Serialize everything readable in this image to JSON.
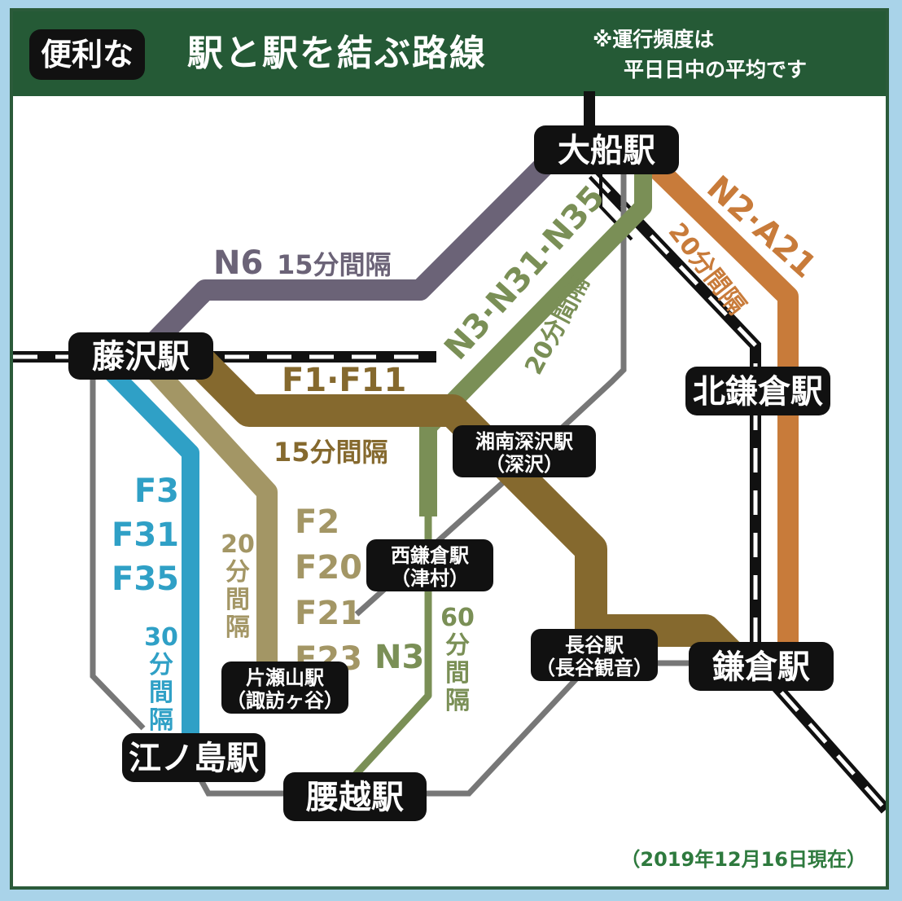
{
  "header": {
    "badge": "便利な",
    "title": "駅と駅を結ぶ路線",
    "note_line1": "※運行頻度は",
    "note_line2": "平日日中の平均です"
  },
  "stations": {
    "ofuna": "大船駅",
    "fujisawa": "藤沢駅",
    "kitakamakura": "北鎌倉駅",
    "shonan_fukasawa_1": "湘南深沢駅",
    "shonan_fukasawa_2": "（深沢）",
    "nishikamakura_1": "西鎌倉駅",
    "nishikamakura_2": "（津村）",
    "hase_1": "長谷駅",
    "hase_2": "（長谷観音）",
    "kamakura": "鎌倉駅",
    "katasetama_1": "片瀬山駅",
    "katasetama_2": "（諏訪ヶ谷）",
    "enoshima": "江ノ島駅",
    "koshigoe": "腰越駅"
  },
  "routes": {
    "n6": {
      "name": "N6",
      "freq": "15分間隔",
      "color": "#6b6377"
    },
    "n3_group": {
      "name": "N3·N31·N35",
      "freq": "20分間隔",
      "color": "#7a8f56"
    },
    "n2_group": {
      "name": "N2·A21",
      "freq": "20分間隔",
      "color": "#c87b3a"
    },
    "f1_group": {
      "name": "F1·F11",
      "freq": "15分間隔",
      "color": "#85692e"
    },
    "f2_group": {
      "names": [
        "F2",
        "F20",
        "F21",
        "F23"
      ],
      "freq_chars": [
        "20",
        "分",
        "間",
        "隔"
      ],
      "color": "#a39665"
    },
    "f3_group": {
      "names": [
        "F3",
        "F31",
        "F35"
      ],
      "freq_chars": [
        "30",
        "分",
        "間",
        "隔"
      ],
      "color": "#2fa0c6"
    },
    "n3_local": {
      "name": "N3",
      "freq_chars": [
        "60",
        "分",
        "間",
        "隔"
      ],
      "color": "#7a8f56"
    }
  },
  "date": "（2019年12月16日現在）"
}
